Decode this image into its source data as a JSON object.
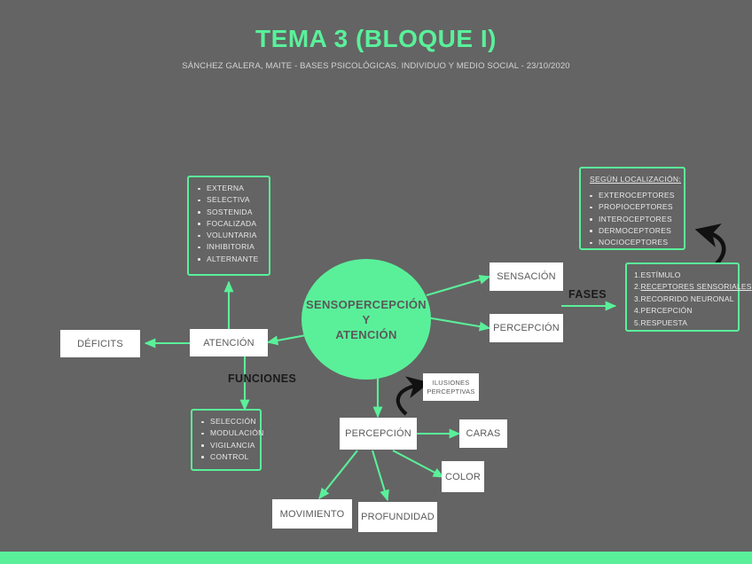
{
  "header": {
    "title": "TEMA 3 (BLOQUE I)",
    "subtitle": "SÁNCHEZ GALERA, MAITE - BASES PSICOLÓGICAS. INDIVIDUO Y MEDIO SOCIAL - 23/10/2020"
  },
  "colors": {
    "background": "#646464",
    "accent_green": "#5af09a",
    "box_white": "#ffffff",
    "box_text": "#5a5a5a",
    "label_black": "#1a1a1a"
  },
  "center": {
    "line1": "SENSOPERCEPCIÓN",
    "line2": "Y",
    "line3": "ATENCIÓN"
  },
  "boxes": {
    "deficits": "DÉFICITS",
    "atencion": "ATENCIÓN",
    "sensacion": "SENSACIÓN",
    "percepcion_right": "PERCEPCIÓN",
    "percepcion_bottom": "PERCEPCIÓN",
    "ilusiones": "ILUSIONES\nPERCEPTIVAS",
    "ilusiones_l1": "ILUSIONES",
    "ilusiones_l2": "PERCEPTIVAS",
    "caras": "CARAS",
    "color": "COLOR",
    "movimiento": "MOVIMIENTO",
    "profundidad": "PROFUNDIDAD"
  },
  "edge_labels": {
    "fases": "FASES",
    "funciones": "FUNCIONES"
  },
  "atencion_types": {
    "items": [
      "EXTERNA",
      "SELECTIVA",
      "SOSTENIDA",
      "FOCALIZADA",
      "VOLUNTARIA",
      "INHIBITORIA",
      "ALTERNANTE"
    ]
  },
  "atencion_funciones": {
    "items": [
      "SELECCIÓN",
      "MODULACIÓN",
      "VIGILANCIA",
      "CONTROL"
    ]
  },
  "receptores": {
    "heading": "SEGÚN LOCALIZACIÓN:",
    "items": [
      "EXTEROCEPTORES",
      "PROPIOCEPTORES",
      "INTEROCEPTORES",
      "DERMOCEPTORES",
      "NOCIOCEPTORES"
    ]
  },
  "fases_list": {
    "items": [
      {
        "num": "1.",
        "text": "ESTÍMULO",
        "underline": false
      },
      {
        "num": "2.",
        "text": "RECEPTORES SENSORIALES",
        "underline": true
      },
      {
        "num": "3.",
        "text": "RECORRIDO NEURONAL",
        "underline": false
      },
      {
        "num": "4.",
        "text": "PERCEPCIÓN",
        "underline": false
      },
      {
        "num": "5.",
        "text": "RESPUESTA",
        "underline": false
      }
    ]
  }
}
